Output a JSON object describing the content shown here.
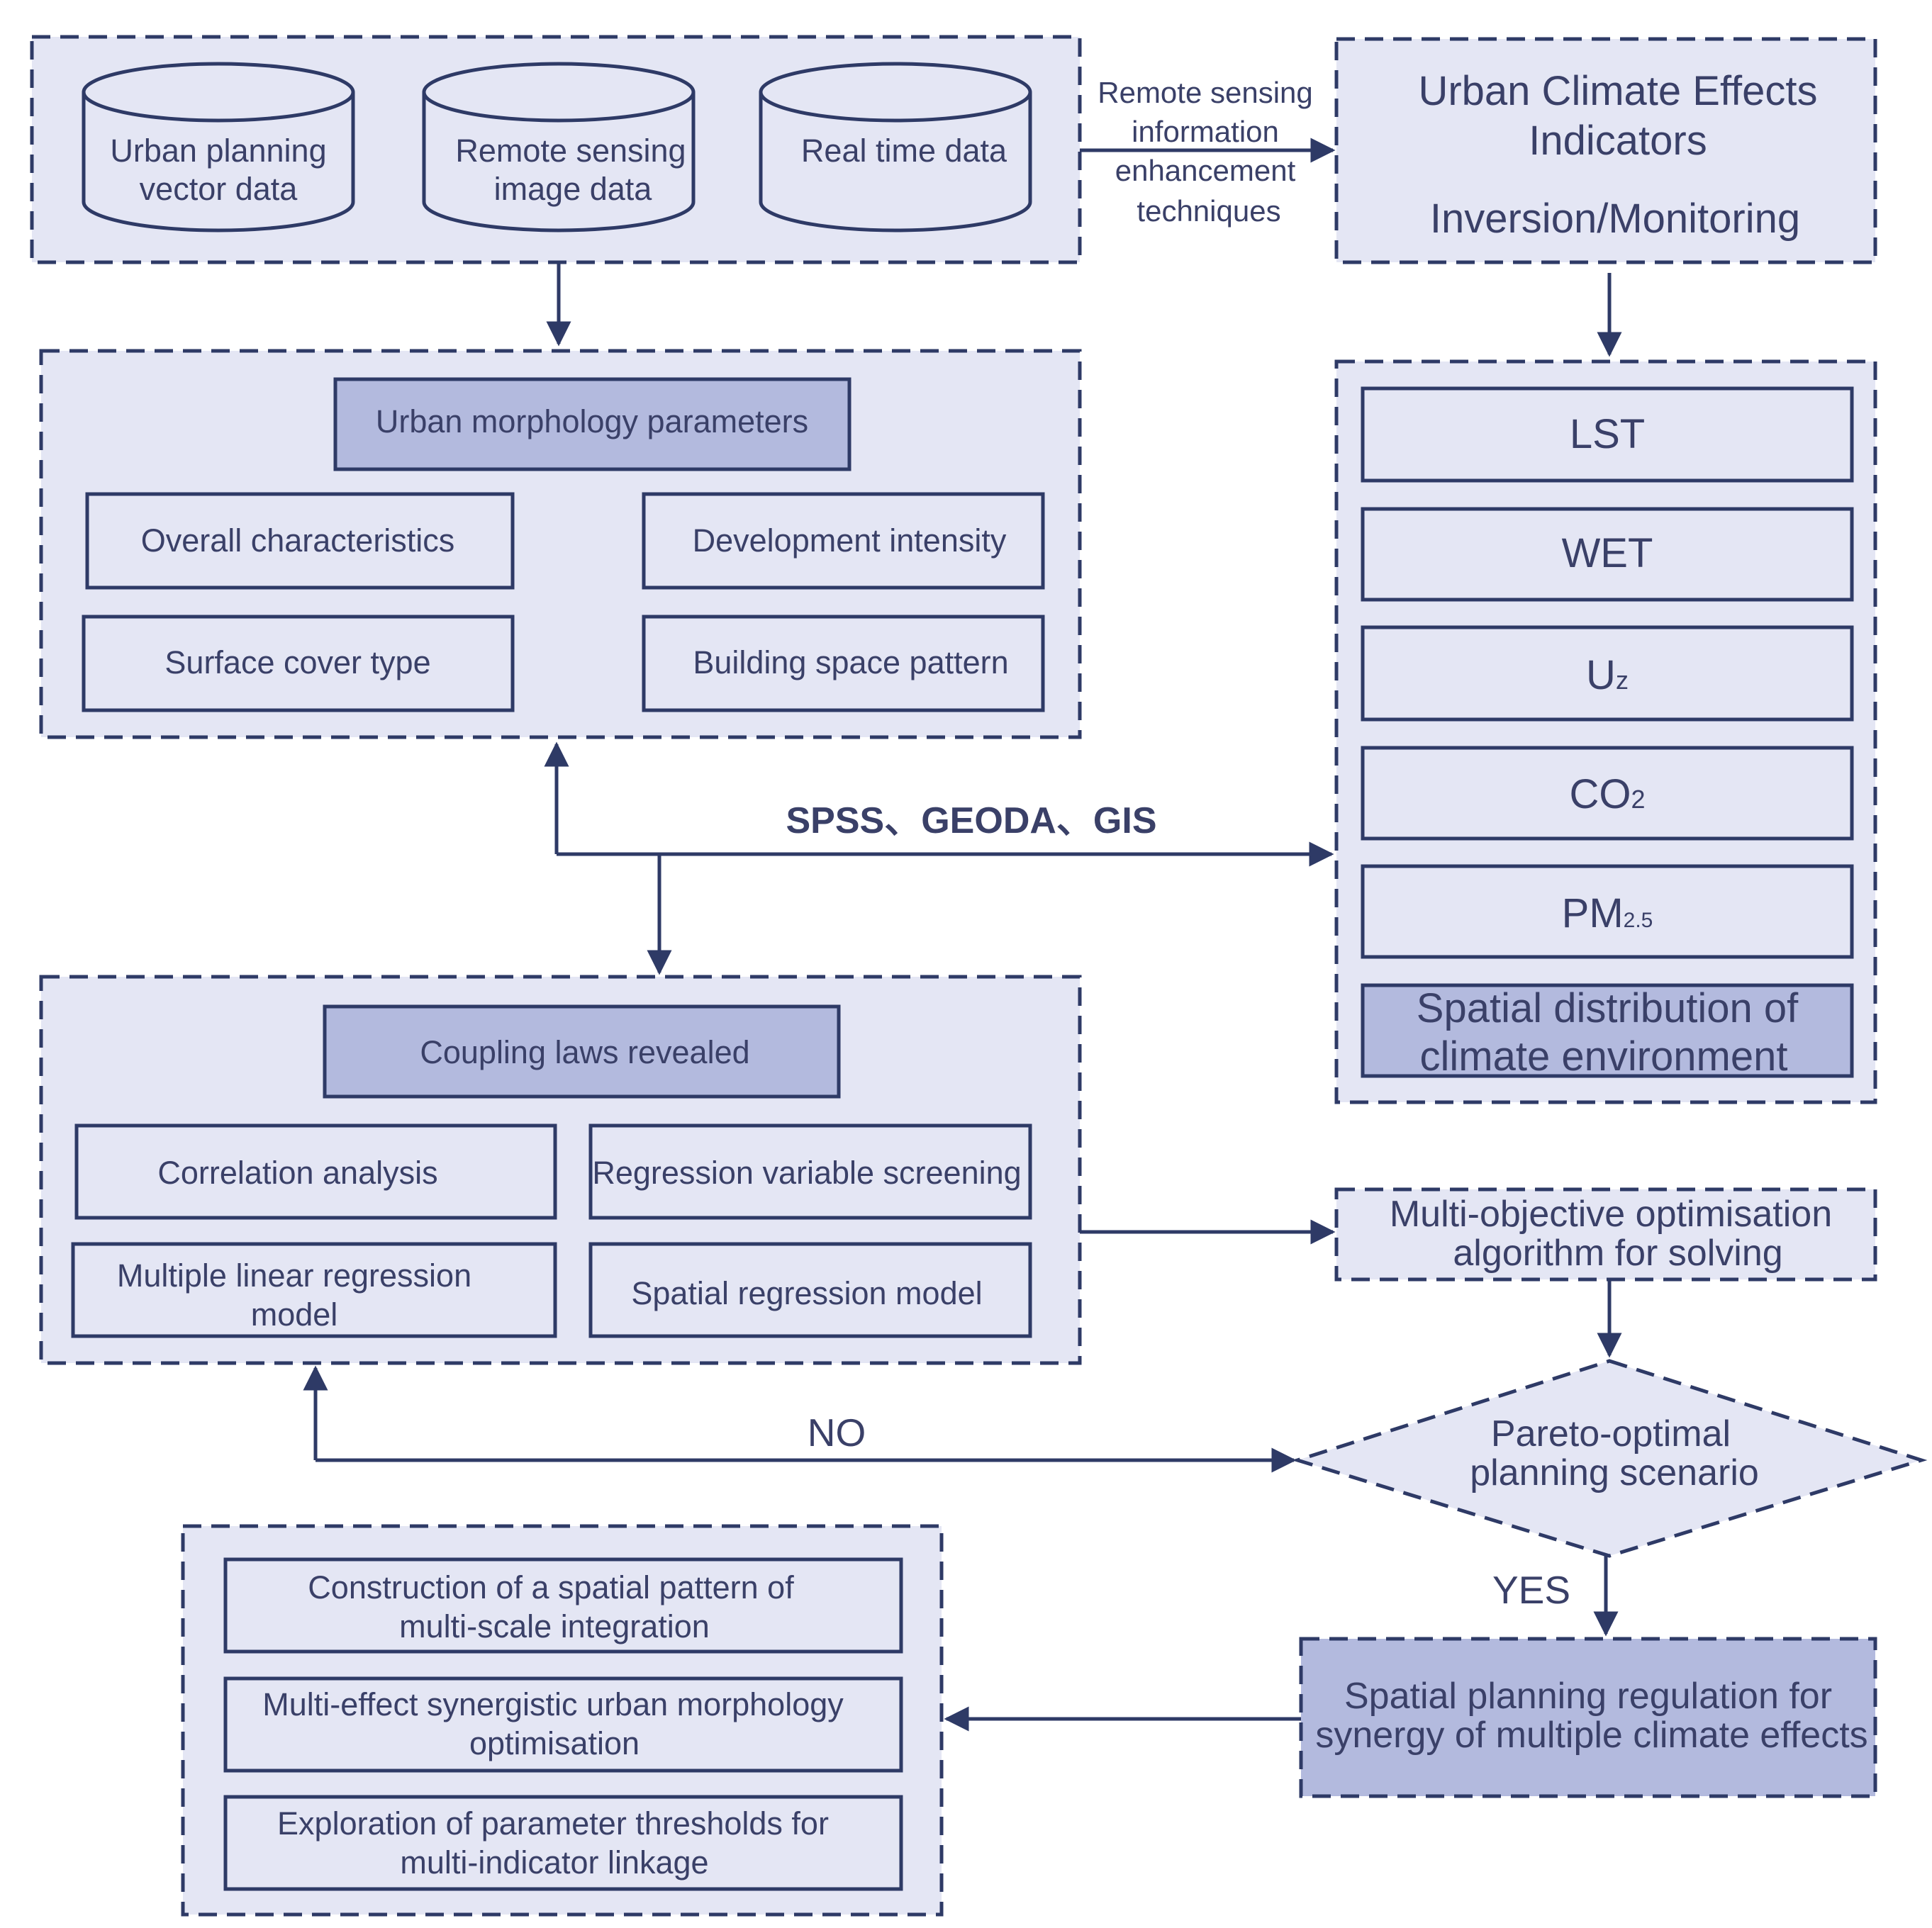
{
  "data_sources": {
    "planning": [
      "Urban planning",
      "vector data"
    ],
    "remote": [
      "Remote sensing",
      "image data"
    ],
    "realtime": [
      "Real time data"
    ]
  },
  "enhancement_label": [
    "Remote sensing",
    "information",
    "enhancement",
    "techniques"
  ],
  "climate_indicators": {
    "title_lines": [
      "Urban Climate Effects",
      "Indicators"
    ],
    "subtitle": "Inversion/Monitoring"
  },
  "morphology": {
    "header": "Urban morphology parameters",
    "overall": "Overall characteristics",
    "development": "Development intensity",
    "surface": "Surface cover type",
    "building": "Building space pattern"
  },
  "indicators": {
    "lst": "LST",
    "wet": "WET",
    "uz_main": "U",
    "uz_sub": "z",
    "co2_main": "CO",
    "co2_sub": "2",
    "pm_main": "PM",
    "pm_sub": "2.5",
    "spatial": [
      "Spatial distribution of",
      "climate environment"
    ]
  },
  "tools_label": "SPSS、GEODA、GIS",
  "coupling": {
    "header": "Coupling laws revealed",
    "correlation": "Correlation analysis",
    "regression_screening": "Regression variable screening",
    "mlr": [
      "Multiple linear regression",
      "model"
    ],
    "spatial_regression": "Spatial regression model"
  },
  "moo": [
    "Multi-objective optimisation",
    "algorithm for solving"
  ],
  "pareto": [
    "Pareto-optimal",
    "planning scenario"
  ],
  "no_label": "NO",
  "yes_label": "YES",
  "regulation": [
    "Spatial planning regulation for",
    "synergy of multiple climate effects"
  ],
  "outputs": {
    "construction": [
      "Construction of a spatial pattern of",
      "multi-scale integration"
    ],
    "synergistic": [
      "Multi-effect synergistic urban morphology",
      "optimisation"
    ],
    "thresholds": [
      "Exploration of parameter thresholds for",
      "multi-indicator linkage"
    ]
  }
}
